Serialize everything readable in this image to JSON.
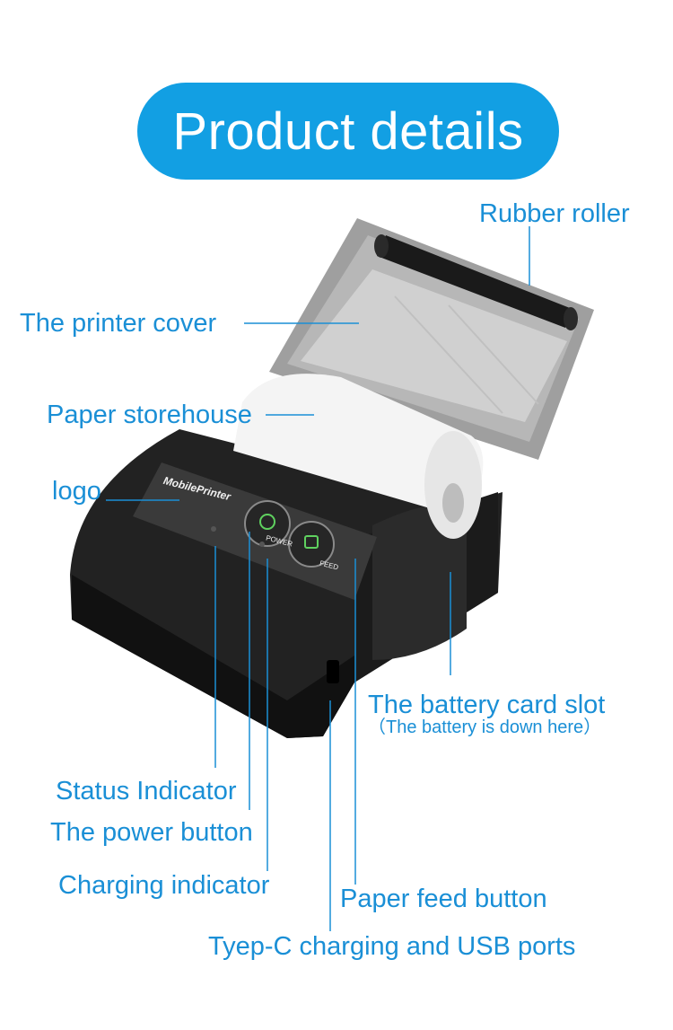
{
  "header": {
    "title": "Product details"
  },
  "callouts": {
    "rubber_roller": "Rubber roller",
    "printer_cover": "The printer cover",
    "paper_storehouse": "Paper storehouse",
    "logo": "logo",
    "battery_slot": "The battery card slot",
    "battery_note": "（The battery is down here）",
    "status_indicator": "Status Indicator",
    "power_button": "The power button",
    "charging_indicator": "Charging indicator",
    "paper_feed_button": "Paper feed button",
    "typec_ports": "Tyep-C charging and USB ports"
  },
  "printer": {
    "brand_text": "MobilePrinter",
    "power_label": "POWER",
    "feed_label": "FEED"
  },
  "colors": {
    "accent": "#129fe3",
    "label": "#1a8fd6",
    "body": "#1e1e1e",
    "cover": "#8e8e8e"
  }
}
